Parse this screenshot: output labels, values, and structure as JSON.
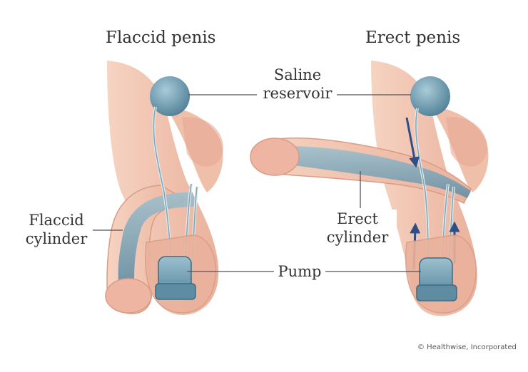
{
  "titles": {
    "left": "Flaccid penis",
    "right": "Erect penis"
  },
  "labels": {
    "saline_reservoir": [
      "Saline",
      "reservoir"
    ],
    "flaccid_cylinder": [
      "Flaccid",
      "cylinder"
    ],
    "erect_cylinder": [
      "Erect",
      "cylinder"
    ],
    "pump": "Pump"
  },
  "copyright": "© Healthwise, Incorporated",
  "colors": {
    "skin": "#f3c7b3",
    "skin_shadow": "#e0a690",
    "device_blue": "#6f9fb5",
    "device_dark": "#3e6b82",
    "arrow": "#2e4f86",
    "leader_line": "#555555"
  }
}
